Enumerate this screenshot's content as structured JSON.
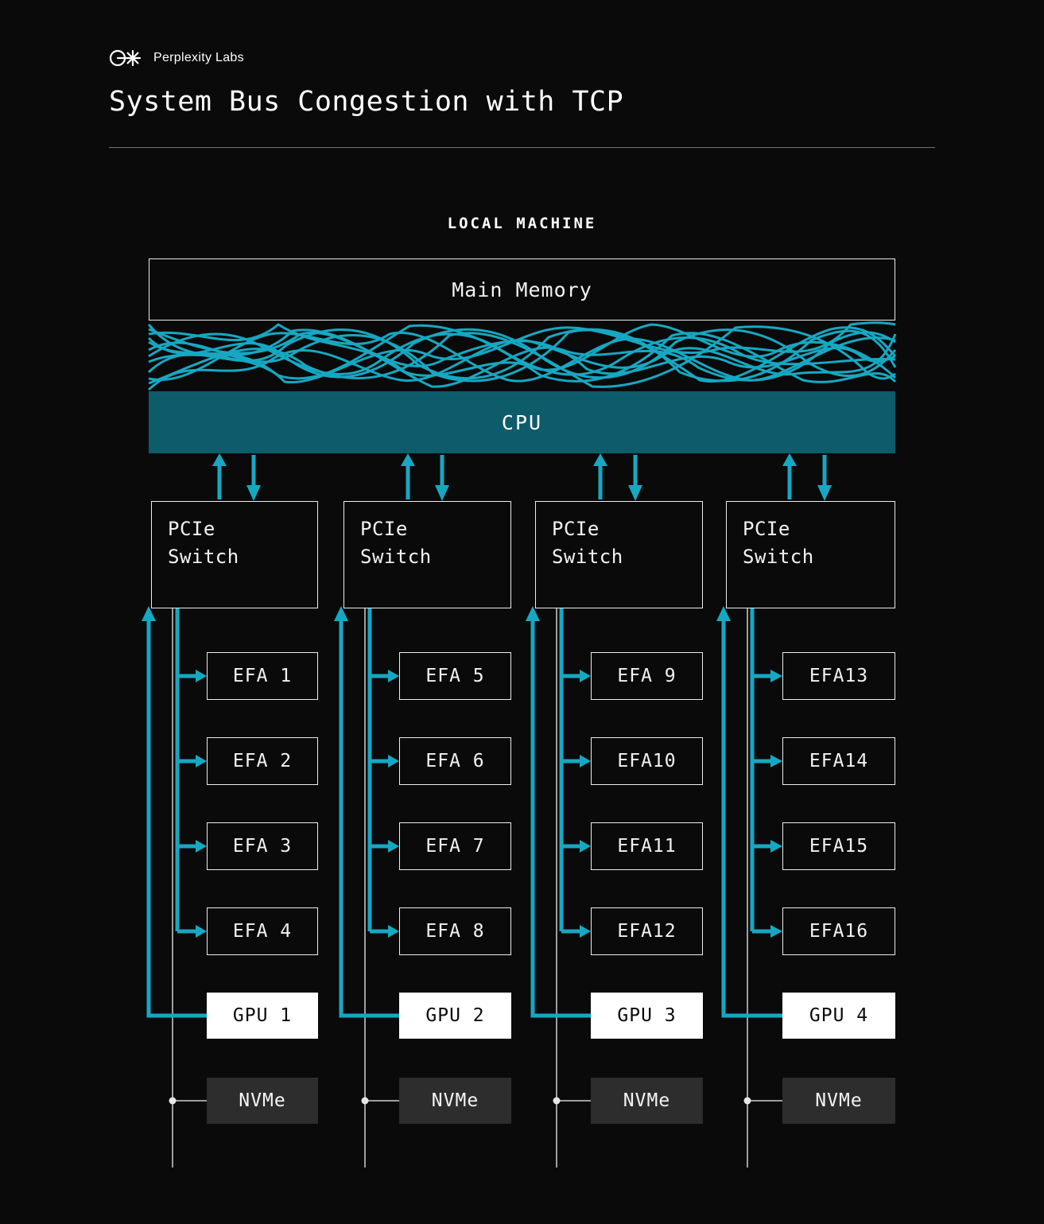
{
  "brand": {
    "name": "Perplexity Labs"
  },
  "title": "System Bus Congestion with TCP",
  "diagram": {
    "section_label": "LOCAL MACHINE",
    "main_memory_label": "Main Memory",
    "cpu_label": "CPU",
    "columns": [
      {
        "switch_label": "PCIe\nSwitch",
        "efas": [
          "EFA 1",
          "EFA 2",
          "EFA 3",
          "EFA 4"
        ],
        "gpu": "GPU 1",
        "nvme": "NVMe"
      },
      {
        "switch_label": "PCIe\nSwitch",
        "efas": [
          "EFA 5",
          "EFA 6",
          "EFA 7",
          "EFA 8"
        ],
        "gpu": "GPU 2",
        "nvme": "NVMe"
      },
      {
        "switch_label": "PCIe\nSwitch",
        "efas": [
          "EFA 9",
          "EFA10",
          "EFA11",
          "EFA12"
        ],
        "gpu": "GPU 3",
        "nvme": "NVMe"
      },
      {
        "switch_label": "PCIe\nSwitch",
        "efas": [
          "EFA13",
          "EFA14",
          "EFA15",
          "EFA16"
        ],
        "gpu": "GPU 4",
        "nvme": "NVMe"
      }
    ],
    "colors": {
      "accent": "#16a8c2",
      "cpu_fill": "#0d5c6b",
      "background": "#0a0a0a",
      "nvme_fill": "#2d2d2d",
      "gpu_fill": "#ffffff"
    }
  }
}
